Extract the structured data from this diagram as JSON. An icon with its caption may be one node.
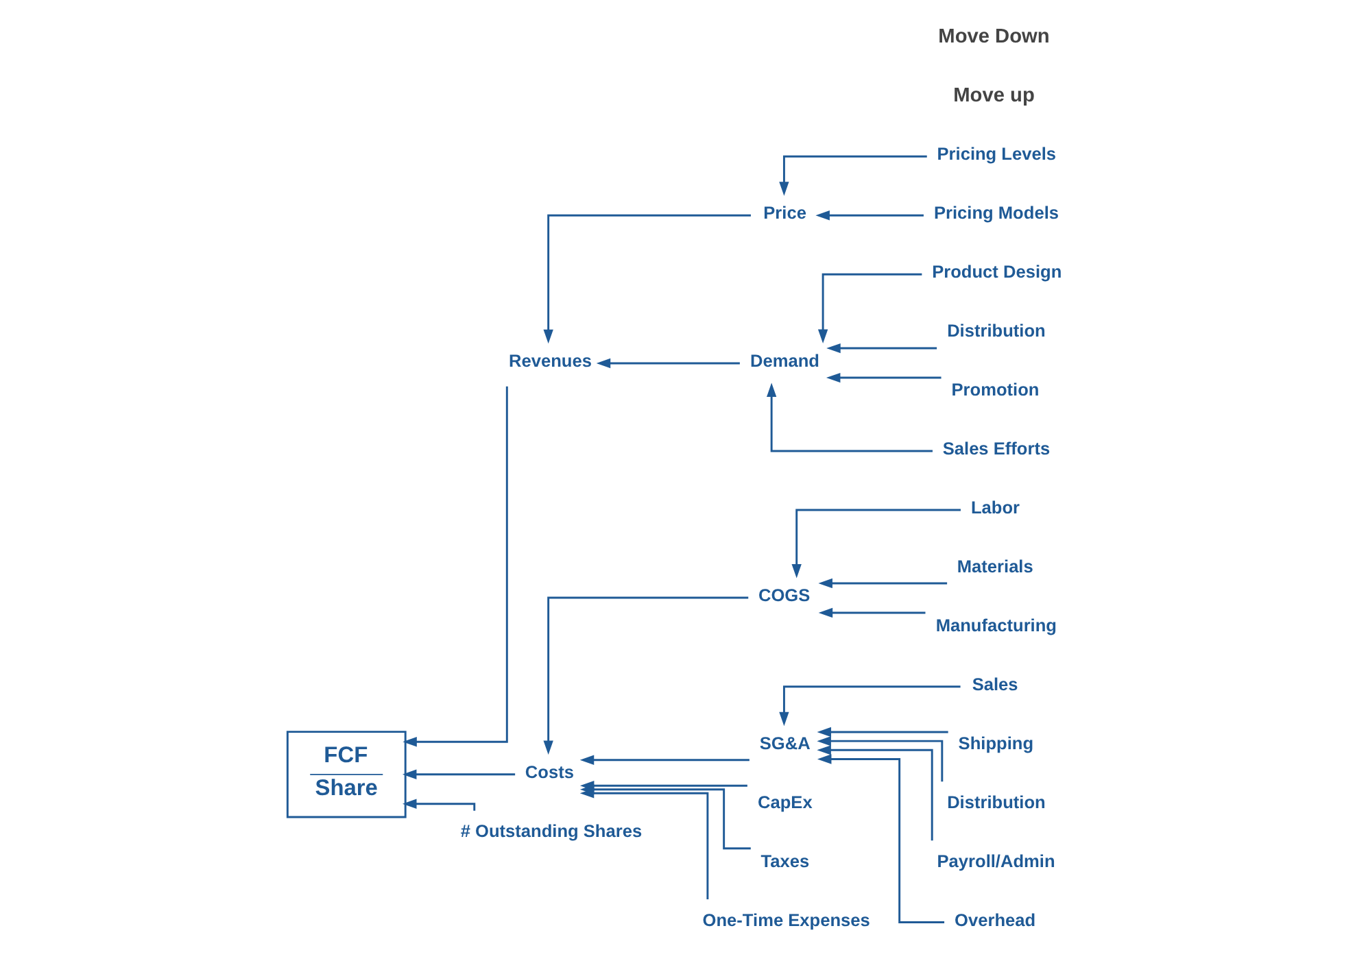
{
  "diagram": {
    "nodes": [
      {
        "text": [
          "FCF",
          "Share"
        ]
      },
      {
        "text": [
          "Revenues"
        ]
      },
      {
        "text": [
          "Costs"
        ]
      },
      {
        "text": [
          "# Outstanding Shares"
        ]
      },
      {
        "text": [
          "Price"
        ]
      },
      {
        "text": [
          "Demand"
        ]
      },
      {
        "text": [
          "Pricing Levels"
        ]
      },
      {
        "text": [
          "Pricing Models"
        ]
      },
      {
        "text": [
          "Product Design"
        ]
      },
      {
        "text": [
          "Distribution"
        ]
      },
      {
        "text": [
          "Promotion"
        ]
      },
      {
        "text": [
          "Sales Efforts"
        ]
      },
      {
        "text": [
          "COGS"
        ]
      },
      {
        "text": [
          "SG&A"
        ]
      },
      {
        "text": [
          "CapEx"
        ]
      },
      {
        "text": [
          "Taxes"
        ]
      },
      {
        "text": [
          "One-Time Expenses"
        ]
      },
      {
        "text": [
          "Labor"
        ]
      },
      {
        "text": [
          "Materials"
        ]
      },
      {
        "text": [
          "Manufacturing"
        ]
      },
      {
        "text": [
          "Sales"
        ]
      },
      {
        "text": [
          "Shipping"
        ]
      },
      {
        "text": [
          "Distribution"
        ]
      },
      {
        "text": [
          "Payroll/Admin"
        ]
      },
      {
        "text": [
          "Overhead"
        ]
      }
    ],
    "edges": [
      {
        "from": 1,
        "to": 0,
        "arrow": "to"
      },
      {
        "from": 2,
        "to": 0,
        "arrow": "to"
      },
      {
        "from": 3,
        "to": 0,
        "arrow": "to"
      },
      {
        "from": 4,
        "to": 1,
        "arrow": "to"
      },
      {
        "from": 5,
        "to": 1,
        "arrow": "to"
      },
      {
        "from": 6,
        "to": 4,
        "arrow": "to"
      },
      {
        "from": 7,
        "to": 4,
        "arrow": "to"
      },
      {
        "from": 8,
        "to": 5,
        "arrow": "to"
      },
      {
        "from": 9,
        "to": 5,
        "arrow": "to"
      },
      {
        "from": 10,
        "to": 5,
        "arrow": "to"
      },
      {
        "from": 11,
        "to": 5,
        "arrow": "to"
      },
      {
        "from": 12,
        "to": 2,
        "arrow": "to"
      },
      {
        "from": 13,
        "to": 2,
        "arrow": "to"
      },
      {
        "from": 14,
        "to": 2,
        "arrow": "to"
      },
      {
        "from": 15,
        "to": 2,
        "arrow": "to"
      },
      {
        "from": 16,
        "to": 2,
        "arrow": "to"
      },
      {
        "from": 17,
        "to": 12,
        "arrow": "to"
      },
      {
        "from": 18,
        "to": 12,
        "arrow": "to"
      },
      {
        "from": 19,
        "to": 12,
        "arrow": "to"
      },
      {
        "from": 20,
        "to": 13,
        "arrow": "to"
      },
      {
        "from": 21,
        "to": 13,
        "arrow": "to"
      },
      {
        "from": 22,
        "to": 13,
        "arrow": "to"
      },
      {
        "from": 23,
        "to": 13,
        "arrow": "to"
      },
      {
        "from": 24,
        "to": 13,
        "arrow": "to"
      }
    ],
    "labels": [
      "Move up",
      "Move Down"
    ]
  }
}
